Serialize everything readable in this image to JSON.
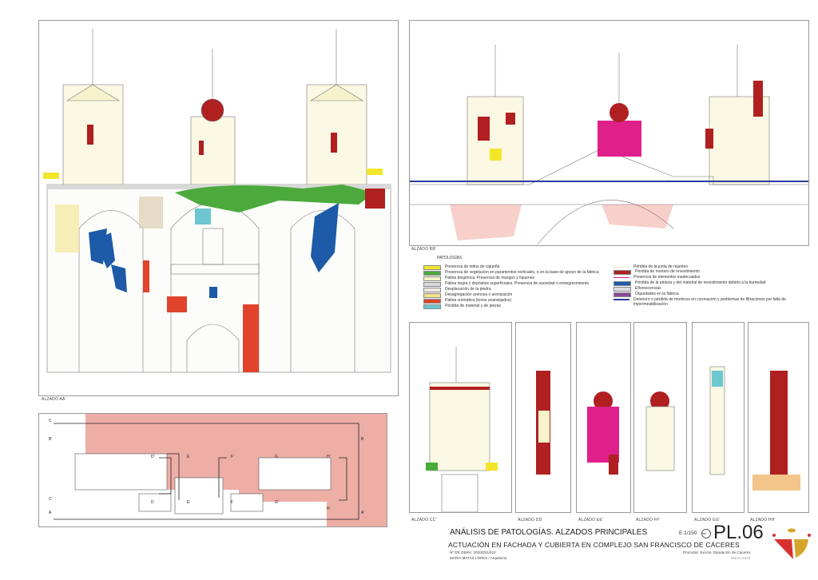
{
  "sheet": {
    "title": "ANÁLISIS DE PATOLOGÍAS. ALZADOS PRINCIPALES",
    "scale": "E:1/150",
    "sheet_number": "PL.06",
    "subtitle": "ACTUACIÓN EN FACHADA Y CUBIERTA EN COMPLEJO SAN FRANCISCO DE CÁCERES",
    "work_number": "Nº DE OBRA: 2020/031/010",
    "promoter": "Promotor: Excma. Diputación de Cáceres",
    "architect": "MARÍA MATAS LÓPEZ / Arquitecta",
    "date": "Marzo 2020"
  },
  "elevations": {
    "aa": "ALZADO AA'",
    "bb": "ALZADO BB'",
    "cc": "ALZADO CC'",
    "dd": "ALZADO DD'",
    "ee": "ALZADO EE'",
    "ff": "ALZADO FF'",
    "gg": "ALZADO GG'",
    "hh": "ALZADO HH'"
  },
  "plan_labels": [
    "C",
    "B'",
    "C'",
    "A",
    "D'",
    "D",
    "E",
    "E'",
    "F'",
    "F",
    "G",
    "G'",
    "H'",
    "H",
    "B",
    "A'"
  ],
  "legend": {
    "title": "PATOLOGÍAS",
    "left": [
      {
        "label": "Presencia de nidos de cigüeña",
        "color": "#f2e62a"
      },
      {
        "label": "Presencia de vegetación en paramentos verticales, o en la base de apoyo de la fábrica",
        "color": "#4caa3c"
      },
      {
        "label": "Pátina biogénica. Presencia de musgos y líquenes",
        "color": "#f6f2cc"
      },
      {
        "label": "Pátina negra y depósitos superficiales. Presencia de suciedad o ennegrecimiento",
        "color": "#d9d9d9"
      },
      {
        "label": "Desplacación de la piedra",
        "color": "#eeeae4"
      },
      {
        "label": "Desagregación arenosa o arenización",
        "color": "#f3e48a"
      },
      {
        "label": "Pátina cromática (tonos anaranjados)",
        "color": "#e0442c"
      },
      {
        "label": "Pérdida de material y de piezas",
        "color": "#6cc7d0"
      }
    ],
    "right": [
      {
        "label": "Pérdida de la junta de rejunteo",
        "color": "#efe6c8",
        "kind": "line"
      },
      {
        "label": "Pérdida de mortero de revestimiento",
        "color": "#b02020",
        "kind": "fill"
      },
      {
        "label": "Presencia de elementos inadecuados",
        "color": "#e0208a",
        "kind": "line"
      },
      {
        "label": "Pérdida de la pintura y del material de revestimiento debido a la humedad",
        "color": "#1d5aa8",
        "kind": "fill"
      },
      {
        "label": "Eflorescencias",
        "color": "#dcdce4",
        "kind": "fill"
      },
      {
        "label": "Oquedades en la fábrica",
        "color": "#8a4a9a",
        "kind": "fill"
      },
      {
        "label": "Deterioro o pérdida de morteros en coronación y problemas de filtraciones por falta de impermeabilización",
        "color": "#2a3a9a",
        "kind": "line"
      }
    ]
  }
}
